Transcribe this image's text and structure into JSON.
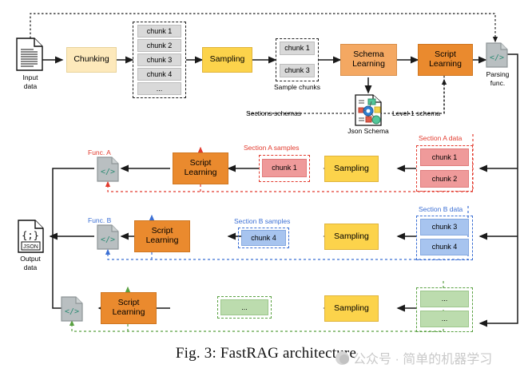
{
  "figure": {
    "caption": "Fig. 3: FastRAG architecture",
    "watermark": "公众号 · 简单的机器学习"
  },
  "colors": {
    "sampling": "#fcd34b",
    "chunking": "#fde9bb",
    "schema_learning": "#f4a862",
    "script_learning": "#ea8a2e",
    "chunk_grey": "#d9d9d9",
    "section_a": "#ef9a9a",
    "section_b": "#a7c4ef",
    "section_n": "#bcdcae",
    "red_dash": "#e23b2e",
    "blue_dash": "#3b6fd4",
    "green_dash": "#5aa142",
    "func_icon": "#b9bfc1",
    "code_glyph": "#2e8b74"
  },
  "top_row": {
    "input_label_line1": "Input",
    "input_label_line2": "data",
    "input_icon": "document-icon",
    "chunking": "Chunking",
    "all_chunks": [
      "chunk 1",
      "chunk 2",
      "chunk 3",
      "chunk 4",
      "..."
    ],
    "sampling": "Sampling",
    "sample_chunks": [
      "chunk 1",
      "chunk 3"
    ],
    "sample_chunks_label": "Sample chunks",
    "schema_learning": "Schema\nLearning",
    "schema_learning_l1": "Schema",
    "schema_learning_l2": "Learning",
    "script_learning_l1": "Script",
    "script_learning_l2": "Learning",
    "parsing_func_l1": "Parsing",
    "parsing_func_l2": "func.",
    "json_schema_label": "Json Schema",
    "json_schema_icon": "json-schema-icon",
    "sections_schemas_label": "Sections schemas",
    "level1_schema_label": "Level-1 schema"
  },
  "section_a": {
    "func_label": "Func. A",
    "script_learning_l1": "Script",
    "script_learning_l2": "Learning",
    "samples_label": "Section A samples",
    "samples": [
      "chunk 1"
    ],
    "sampling": "Sampling",
    "data_label": "Section A data",
    "data": [
      "chunk 1",
      "chunk 2"
    ]
  },
  "section_b": {
    "func_label": "Func. B",
    "script_learning_l1": "Script",
    "script_learning_l2": "Learning",
    "samples_label": "Section B samples",
    "samples": [
      "chunk 4"
    ],
    "sampling": "Sampling",
    "data_label": "Section B data",
    "data": [
      "chunk 3",
      "chunk 4"
    ]
  },
  "section_n": {
    "func_label": "",
    "script_learning_l1": "Script",
    "script_learning_l2": "Learning",
    "samples": [
      "..."
    ],
    "sampling": "Sampling",
    "data": [
      "...",
      "..."
    ]
  },
  "output": {
    "label_line1": "Output",
    "label_line2": "data",
    "icon": "json-document-icon",
    "badge": "JSON",
    "glyph": "{;}"
  }
}
